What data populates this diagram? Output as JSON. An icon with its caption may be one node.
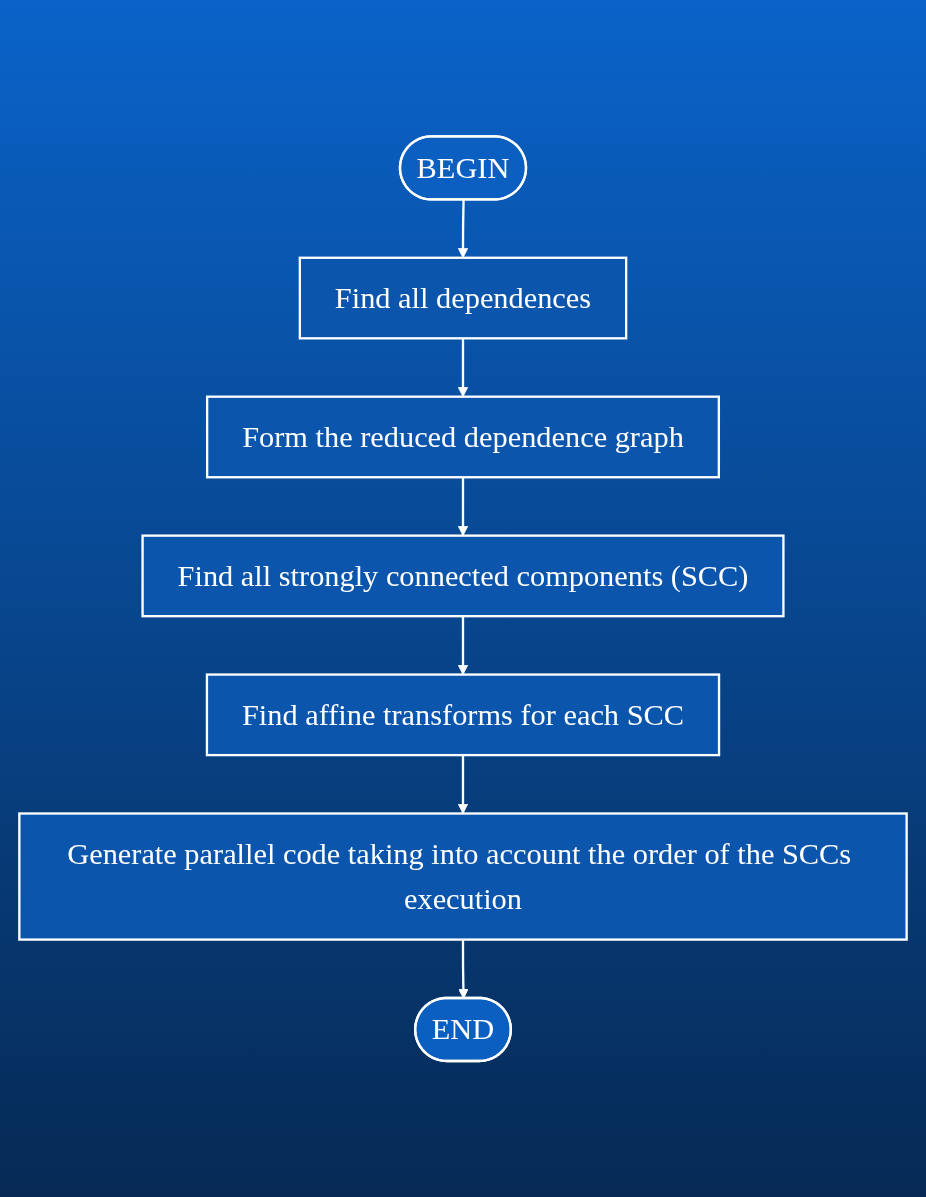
{
  "diagram": {
    "nodes": [
      {
        "text": [
          "BEGIN"
        ]
      },
      {
        "text": [
          "Find all dependences"
        ]
      },
      {
        "text": [
          "Form the reduced dependence graph"
        ]
      },
      {
        "text": [
          "Find all strongly connected components (SCC)"
        ]
      },
      {
        "text": [
          "Find affine transforms for each SCC"
        ]
      },
      {
        "text": [
          "Generate parallel code taking into account the order of the SCCs execution"
        ]
      },
      {
        "text": [
          "END"
        ]
      }
    ],
    "edges": [
      {
        "from": 0,
        "to": 1,
        "arrow": "to"
      },
      {
        "from": 1,
        "to": 2,
        "arrow": "to"
      },
      {
        "from": 2,
        "to": 3,
        "arrow": "to"
      },
      {
        "from": 3,
        "to": 4,
        "arrow": "to"
      },
      {
        "from": 4,
        "to": 5,
        "arrow": "to"
      },
      {
        "from": 5,
        "to": 6,
        "arrow": "to"
      }
    ]
  }
}
